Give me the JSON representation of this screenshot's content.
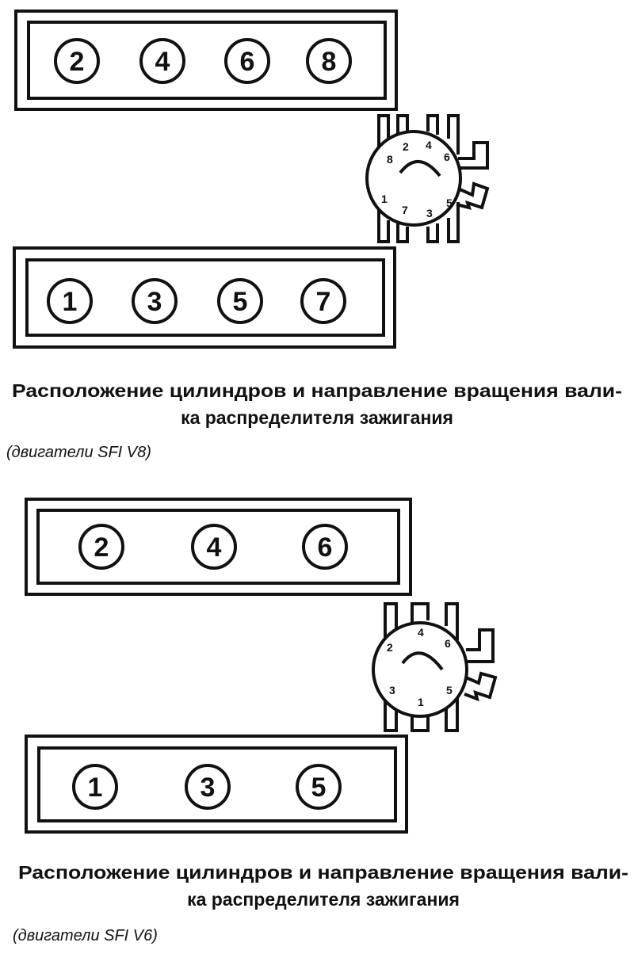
{
  "v8": {
    "bank_top": [
      "2",
      "4",
      "6",
      "8"
    ],
    "bank_bottom": [
      "1",
      "3",
      "5",
      "7"
    ],
    "distributor_labels": {
      "a": "8",
      "b": "2",
      "c": "4",
      "d": "6",
      "e": "5",
      "f": "3",
      "g": "7",
      "h": "1"
    },
    "caption_line1": "Расположение цилиндров и направление вращения вали-",
    "caption_line2": "ка распределителя зажигания",
    "subtitle": "(двигатели SFI V8)"
  },
  "v6": {
    "bank_top": [
      "2",
      "4",
      "6"
    ],
    "bank_bottom": [
      "1",
      "3",
      "5"
    ],
    "distributor_labels": {
      "a": "2",
      "b": "4",
      "c": "6",
      "d": "5",
      "e": "1",
      "f": "3"
    },
    "caption_line1": "Расположение цилиндров и направление вращения вали-",
    "caption_line2": "ка распределителя зажигания",
    "subtitle": "(двигатели SFI V6)"
  }
}
